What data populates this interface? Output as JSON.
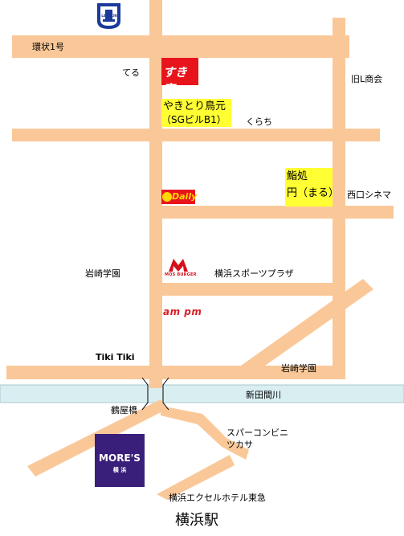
{
  "colors": {
    "road": "#fac898",
    "river": "#d9eef0",
    "river_edge": "#a8c8cc",
    "highlight": "#ffff33",
    "sukiya_red": "#e8141c",
    "mos_red": "#d4101a",
    "ampm_red": "#d81f26",
    "ampm_blue": "#1a3a8c",
    "daily_red": "#e8141c",
    "daily_yellow": "#ffd800",
    "mores_purple": "#3a1f7a",
    "lawson_blue": "#1a3a9c"
  },
  "labels": {
    "kanjo1": "環状1号",
    "teru": "てる",
    "kyu_l": "旧L商会",
    "yakitori_1": "やきとり鳥元",
    "yakitori_2": "（SGビルB1）",
    "kurachi": "くらち",
    "sushi_1": "鮨処",
    "sushi_2": "円（まる）",
    "nishiguchi_cinema": "西口シネマ",
    "iwasaki_gakuen_1": "岩崎学園",
    "yokohama_sports": "横浜スポーツプラザ",
    "tiki": "Tiki Tiki",
    "iwasaki_gakuen_2": "岩崎学園",
    "shinta_river": "新田間川",
    "tsuruya_bridge": "鶴屋橋",
    "super_1": "スパーコンビニ",
    "super_2": "ツカサ",
    "excel_hotel": "横浜エクセルホテル東急",
    "station": "横浜駅"
  },
  "logos": {
    "lawson": "LAWSON",
    "sukiya": "すき家",
    "daily": "Daily",
    "mos": "MOS BURGER",
    "ampm": "am pm",
    "mores_1": "MORE'S",
    "mores_2": "横 浜"
  }
}
